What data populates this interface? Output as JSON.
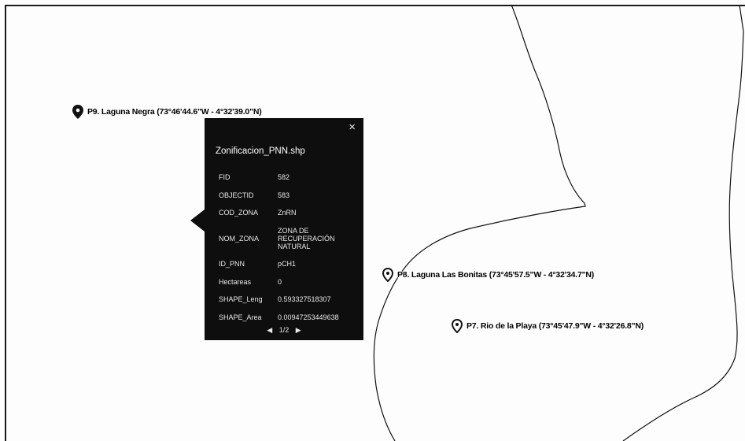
{
  "map": {
    "markers": [
      {
        "id": "p9",
        "label": "P9. Laguna Negra (73°46'44.6\"W - 4°32'39.0\"N)",
        "filled": true
      },
      {
        "id": "p8",
        "label": "P8. Laguna Las Bonitas (73°45'57.5\"W - 4°32'34.7\"N)",
        "filled": false
      },
      {
        "id": "p7",
        "label": "P7. Rio de la Playa (73°45'47.9\"W - 4°32'26.8\"N)",
        "filled": false
      }
    ]
  },
  "popup": {
    "close_icon": "×",
    "title": "Zonificacion_PNN.shp",
    "attributes": [
      {
        "key": "FID",
        "value": "582"
      },
      {
        "key": "OBJECTID",
        "value": "583"
      },
      {
        "key": "COD_ZONA",
        "value": "ZnRN"
      },
      {
        "key": "NOM_ZONA",
        "value": "ZONA DE RECUPERACIÓN NATURAL"
      },
      {
        "key": "ID_PNN",
        "value": "pCH1"
      },
      {
        "key": "Hectareas",
        "value": "0"
      },
      {
        "key": "SHAPE_Leng",
        "value": "0.593327518307"
      },
      {
        "key": "SHAPE_Area",
        "value": "0.00947253449638"
      }
    ],
    "pager": {
      "prev": "◀",
      "page": "1/2",
      "next": "▶"
    }
  }
}
